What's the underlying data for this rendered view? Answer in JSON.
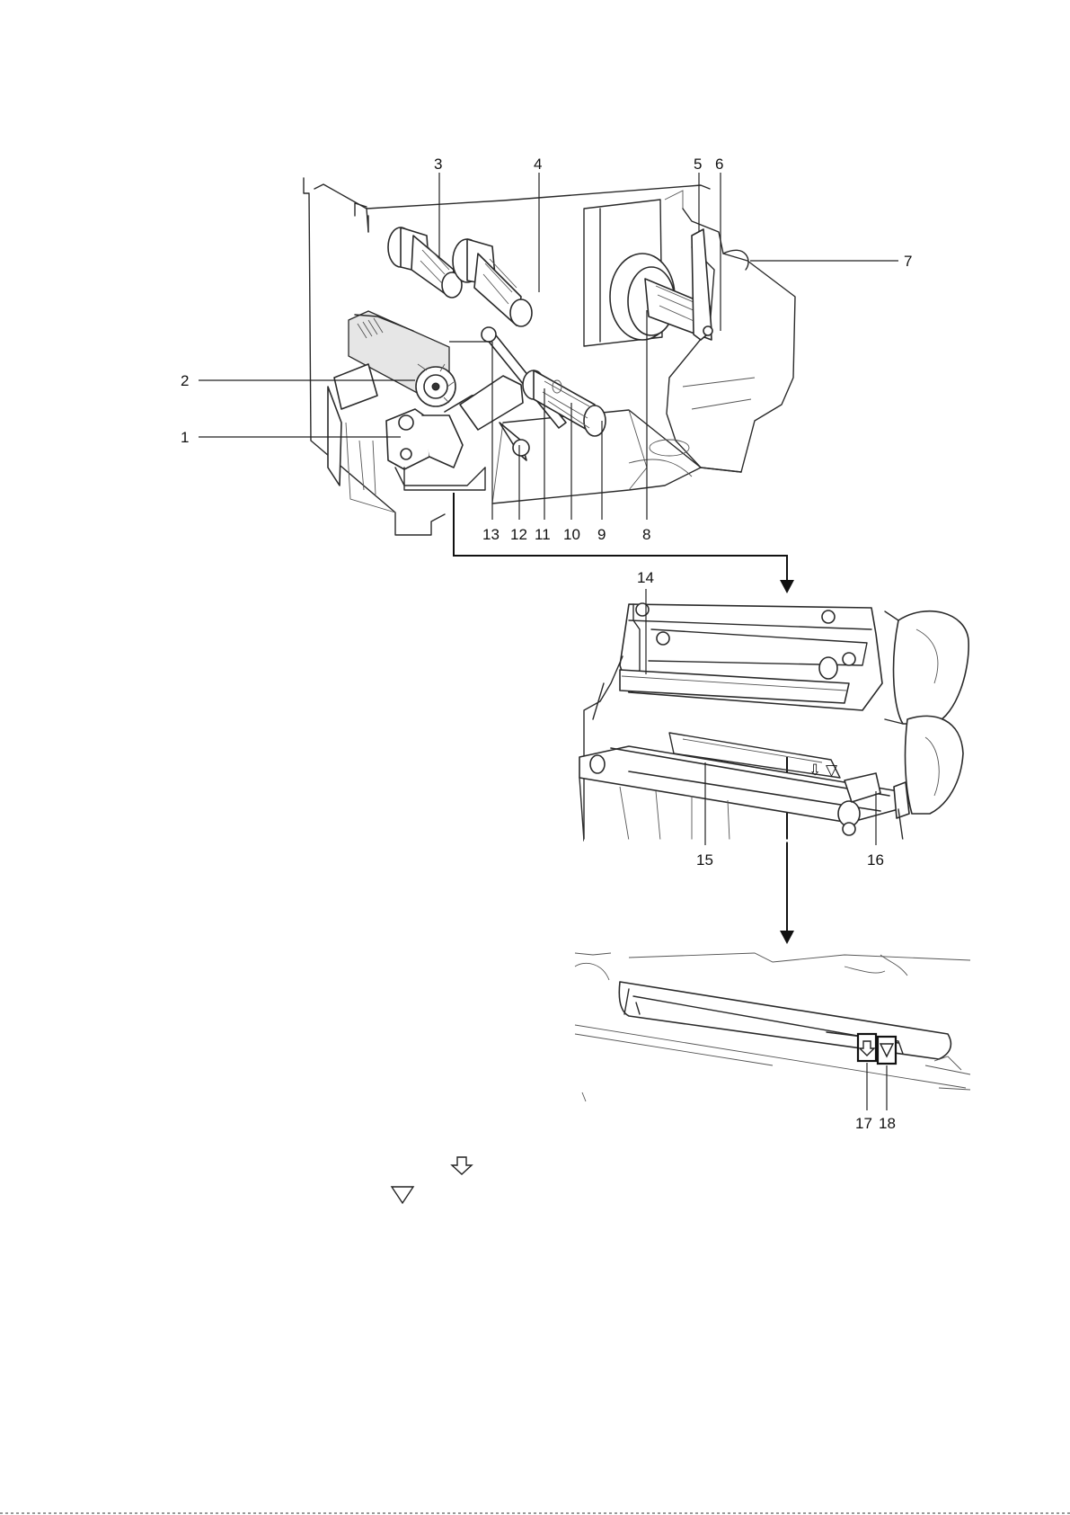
{
  "callouts": [
    {
      "id": "1",
      "label": "1"
    },
    {
      "id": "2",
      "label": "2"
    },
    {
      "id": "3",
      "label": "3"
    },
    {
      "id": "4",
      "label": "4"
    },
    {
      "id": "5",
      "label": "5"
    },
    {
      "id": "6",
      "label": "6"
    },
    {
      "id": "7",
      "label": "7"
    },
    {
      "id": "8",
      "label": "8"
    },
    {
      "id": "9",
      "label": "9"
    },
    {
      "id": "10",
      "label": "10"
    },
    {
      "id": "11",
      "label": "11"
    },
    {
      "id": "12",
      "label": "12"
    },
    {
      "id": "13",
      "label": "13"
    },
    {
      "id": "14",
      "label": "14"
    },
    {
      "id": "15",
      "label": "15"
    },
    {
      "id": "16",
      "label": "16"
    },
    {
      "id": "17",
      "label": "17"
    },
    {
      "id": "18",
      "label": "18"
    }
  ],
  "legend": {
    "hollow_arrow_icon": "down-outline-arrow-icon",
    "triangle_icon": "down-outline-triangle-icon"
  },
  "colors": {
    "line": "#2a2a2a",
    "background": "#ffffff"
  }
}
